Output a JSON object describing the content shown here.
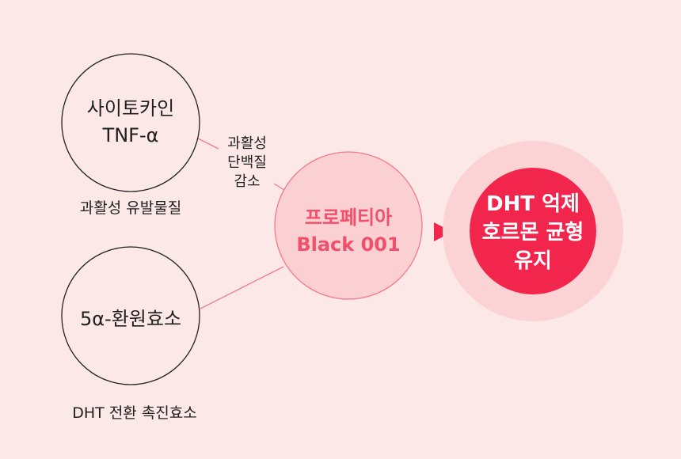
{
  "nodes": {
    "cytokine": {
      "line1": "사이토카인",
      "line2": "TNF-α",
      "caption": "과활성 유발물질"
    },
    "enzyme": {
      "line1": "5α-환원효소",
      "caption": "DHT 전환 촉진효소"
    },
    "connector": {
      "line1": "과활성",
      "line2": "단백질",
      "line3": "감소"
    },
    "product": {
      "line1": "프로페티아",
      "line2": "Black 001"
    },
    "result": {
      "line1": "DHT 억제",
      "line2": "호르몬 균형",
      "line3": "유지"
    }
  },
  "colors": {
    "background": "#fde8e8",
    "outline": "#222222",
    "link": "#f27a8c",
    "product_fill": "#fbd0d3",
    "product_text": "#f0506b",
    "halo": "#fbd3d5",
    "result_fill": "#f2264d",
    "arrow": "#f2264d"
  }
}
